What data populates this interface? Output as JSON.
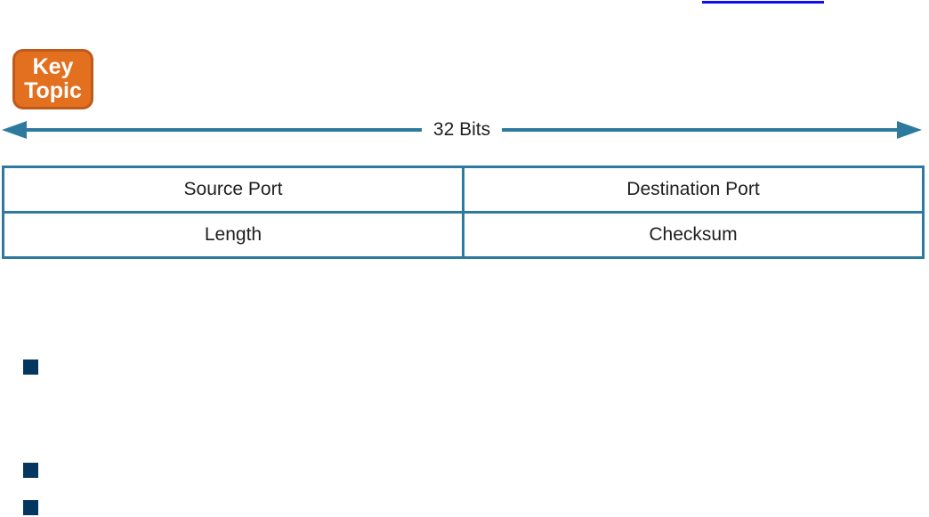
{
  "badge": {
    "line1": "Key",
    "line2": "Topic"
  },
  "arrow": {
    "label": "32 Bits"
  },
  "table": {
    "rows": [
      [
        "Source Port",
        "Destination Port"
      ],
      [
        "Length",
        "Checksum"
      ]
    ]
  },
  "colors": {
    "teal": "#2e7a9e",
    "orange": "#e2701f",
    "orangeBorder": "#c05a1b",
    "navy": "#04365f",
    "linkBlue": "#0f0fee",
    "ink": "#1f1f1f"
  }
}
